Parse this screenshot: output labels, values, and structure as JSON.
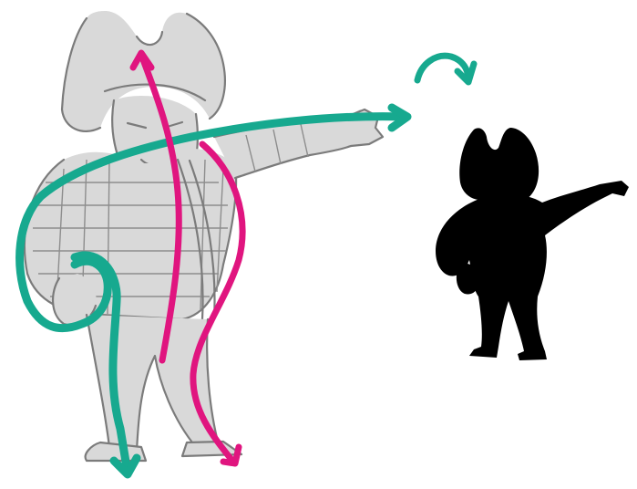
{
  "colors": {
    "teal": "#17a98f",
    "magenta": "#e0157f",
    "sketch_gray": "#d9d9d9",
    "sketch_line": "#7b7b7b",
    "silhouette": "#000000",
    "background": "#ffffff"
  },
  "figure": {
    "subject": "cowboy-character-sketch-with-line-of-action",
    "guides": [
      "teal-line-of-action-arrow",
      "magenta-line-of-action-arrow",
      "teal-curved-arrow"
    ],
    "silhouette": "cowboy-silhouette"
  }
}
